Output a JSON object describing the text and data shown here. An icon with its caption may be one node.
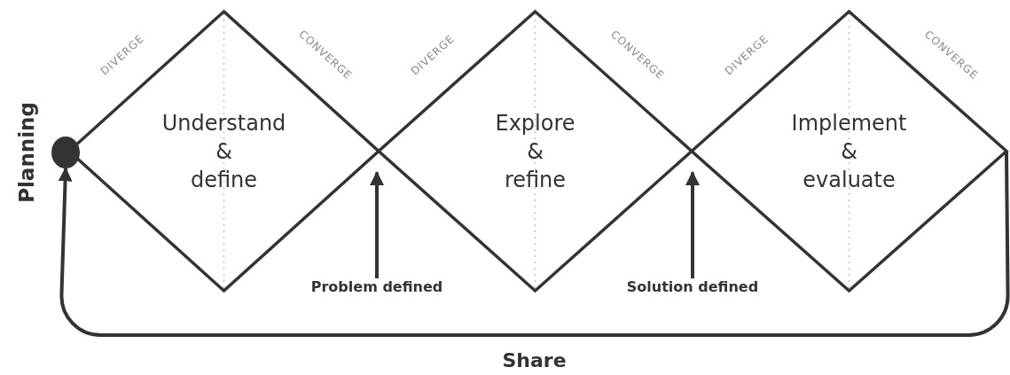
{
  "diagram": {
    "nodes": [
      {
        "text": [],
        "shape": "circle",
        "beside": [
          "Planning"
        ]
      },
      {
        "text": [
          "Understand & define"
        ],
        "beside": [
          "DIVERGE",
          "CONVERGE"
        ]
      },
      {
        "text": [
          "Explore & refine"
        ],
        "beside": [
          "DIVERGE",
          "CONVERGE"
        ]
      },
      {
        "text": [
          "Implement & evaluate"
        ],
        "beside": [
          "DIVERGE",
          "CONVERGE"
        ]
      },
      {
        "text": [
          "Problem defined"
        ]
      },
      {
        "text": [
          "Solution defined"
        ]
      }
    ],
    "edges": [
      {
        "from": 4,
        "to": 1,
        "arrow": "to"
      },
      {
        "from": 5,
        "to": 2,
        "arrow": "to"
      },
      {
        "from": 3,
        "to": 0,
        "arrow": "to",
        "label": "Share"
      }
    ]
  }
}
